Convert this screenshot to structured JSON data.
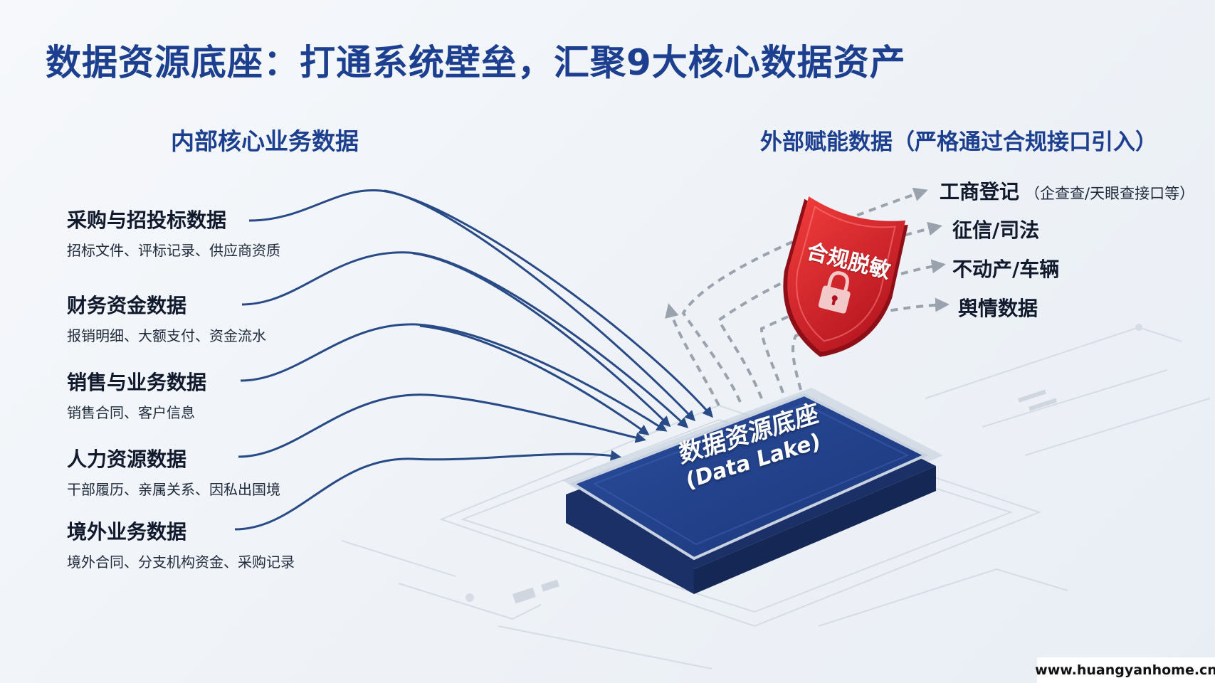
{
  "title": "数据资源底座：打通系统壁垒，汇聚9大核心数据资产",
  "internal": {
    "heading": "内部核心业务数据",
    "items": [
      {
        "name": "采购与招投标数据",
        "desc": "招标文件、评标记录、供应商资质"
      },
      {
        "name": "财务资金数据",
        "desc": "报销明细、大额支付、资金流水"
      },
      {
        "name": "销售与业务数据",
        "desc": "销售合同、客户信息"
      },
      {
        "name": "人力资源数据",
        "desc": "干部履历、亲属关系、因私出国境"
      },
      {
        "name": "境外业务数据",
        "desc": "境外合同、分支机构资金、采购记录"
      }
    ]
  },
  "external": {
    "heading": "外部赋能数据（严格通过合规接口引入）",
    "items": [
      {
        "name": "工商登记",
        "note": "（企查查/天眼查接口等）"
      },
      {
        "name": "征信/司法",
        "note": ""
      },
      {
        "name": "不动产/车辆",
        "note": ""
      },
      {
        "name": "舆情数据",
        "note": ""
      }
    ]
  },
  "core": {
    "label_cn": "数据资源底座",
    "label_en": "(Data Lake)"
  },
  "shield": {
    "label": "合规脱敏",
    "icon": "lock-icon"
  },
  "watermark": "www.huangyanhome.cn",
  "colors": {
    "title": "#1d3f8f",
    "line": "#284a86",
    "chip": "#22418a",
    "shield": "#d8202a",
    "dashed": "#9aa3ad"
  }
}
